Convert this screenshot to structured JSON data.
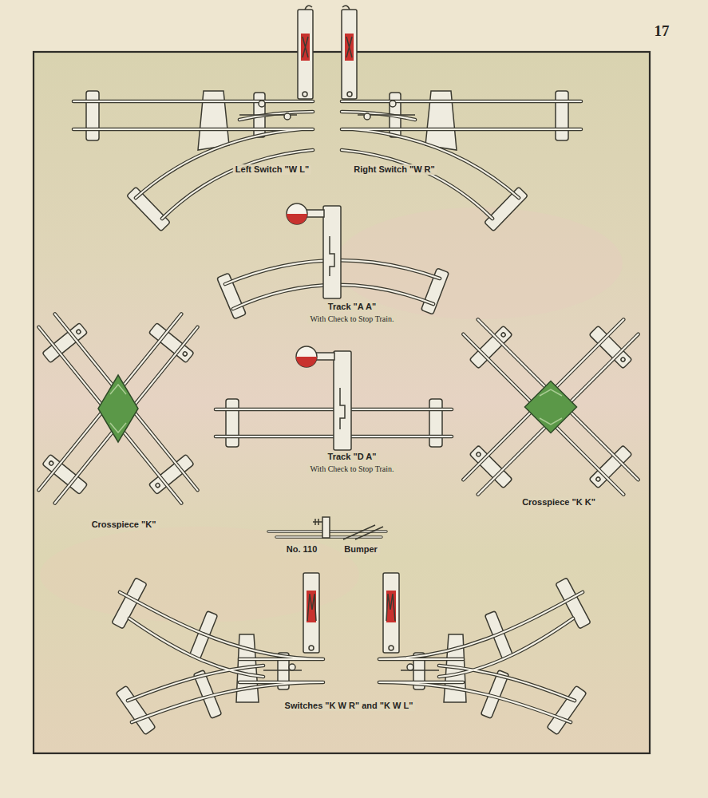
{
  "diagram": {
    "labels": [
      "17",
      "Left Switch \"W L\"",
      "Right Switch \"W R\"",
      "Track \"A A\"",
      "With Check to Stop Train.",
      "Track \"D A\"",
      "With Check to Stop Train.",
      "Crosspiece \"K\"",
      "Crosspiece \"K K\"",
      "No. 110",
      "Bumper",
      "Switches \"K W R\" and \"K W L\""
    ]
  }
}
